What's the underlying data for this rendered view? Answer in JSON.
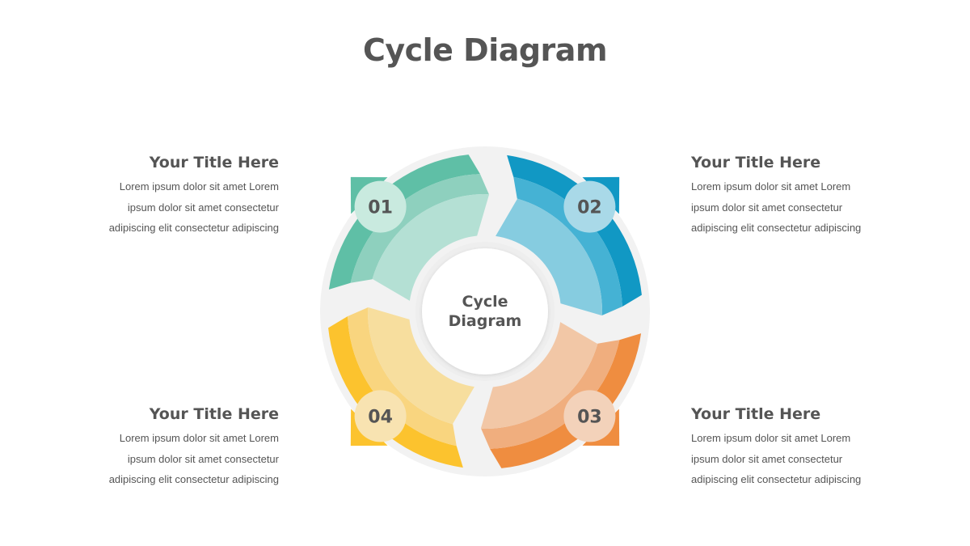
{
  "title": "Cycle Diagram",
  "center_label": [
    "Cycle",
    "Diagram"
  ],
  "steps": [
    {
      "number": "01",
      "title": "Your Title Here",
      "body": [
        "Lorem ipsum dolor sit amet Lorem",
        "ipsum dolor sit amet consectetur",
        "adipiscing elit consectetur adipiscing"
      ],
      "colors": {
        "outer": "#5FBFA6",
        "mid": "#8ED0BE",
        "inner": "#B4E0D4",
        "badge": "#C9EADF"
      }
    },
    {
      "number": "02",
      "title": "Your Title Here",
      "body": [
        "Lorem ipsum dolor sit amet Lorem",
        "ipsum dolor sit amet consectetur",
        "adipiscing elit consectetur adipiscing"
      ],
      "colors": {
        "outer": "#1198C4",
        "mid": "#45B2D4",
        "inner": "#86CCE0",
        "badge": "#A9D9E8"
      }
    },
    {
      "number": "03",
      "title": "Your Title Here",
      "body": [
        "Lorem ipsum dolor sit amet Lorem",
        "ipsum dolor sit amet consectetur",
        "adipiscing elit consectetur adipiscing"
      ],
      "colors": {
        "outer": "#EF8D40",
        "mid": "#F0AE7E",
        "inner": "#F2C7A6",
        "badge": "#F3D2BA"
      }
    },
    {
      "number": "04",
      "title": "Your Title Here",
      "body": [
        "Lorem ipsum dolor sit amet Lorem",
        "ipsum dolor sit amet consectetur",
        "adipiscing elit consectetur adipiscing"
      ],
      "colors": {
        "outer": "#FCC32E",
        "mid": "#F9D57F",
        "inner": "#F7DE9E",
        "badge": "#F8E3B1"
      }
    }
  ]
}
